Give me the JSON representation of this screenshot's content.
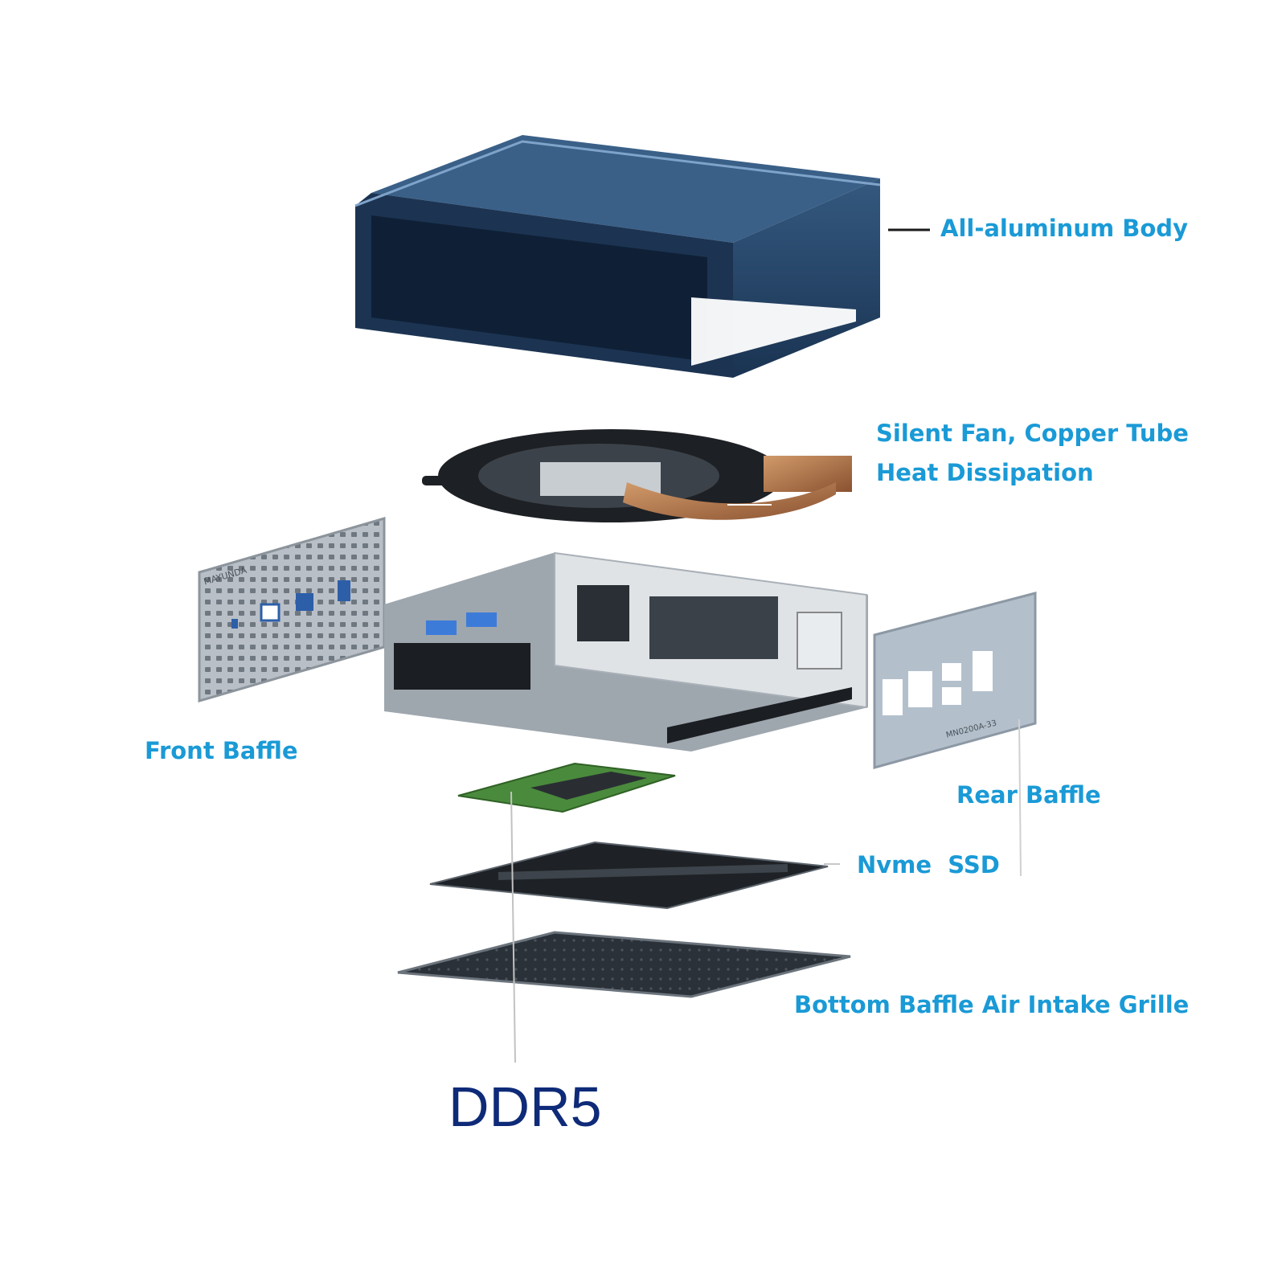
{
  "colors": {
    "label": "#1a9ad6",
    "ddr": "#0e2a78",
    "body_dark": "#142a44",
    "body_mid": "#2a4d72",
    "copper": "#b77a4e",
    "silver": "#c9ced4",
    "pcb_green": "#4a8a3c"
  },
  "labels": {
    "body": "All-aluminum Body",
    "fan_line1": "Silent Fan, Copper Tube",
    "fan_line2": "Heat Dissipation",
    "front": "Front Baffle",
    "rear": "Rear Baffle",
    "ssd": "Nvme  SSD",
    "bottom": "Bottom Baffle Air Intake Grille",
    "ddr": "DDR5"
  },
  "panel_text": {
    "front_brand": "MAYUNDA",
    "rear_model": "MN0200A-33"
  }
}
